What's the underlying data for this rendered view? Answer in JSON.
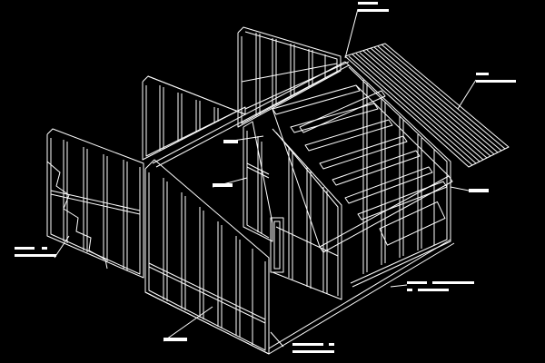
{
  "drawing": {
    "background": "#000000",
    "line_color": "#ffffff",
    "callouts": [
      {
        "id": "top-callout",
        "text": ""
      },
      {
        "id": "roof-callout",
        "text": ""
      },
      {
        "id": "ridge-callout",
        "text": ""
      },
      {
        "id": "left-panel-callout",
        "text": ""
      },
      {
        "id": "purlin-callout",
        "text": ""
      },
      {
        "id": "center-stud-callout",
        "text": ""
      },
      {
        "id": "base-track-callout",
        "text": ""
      },
      {
        "id": "bottom-left-callout",
        "text": ""
      },
      {
        "id": "bottom-center-callout",
        "text": ""
      }
    ]
  }
}
